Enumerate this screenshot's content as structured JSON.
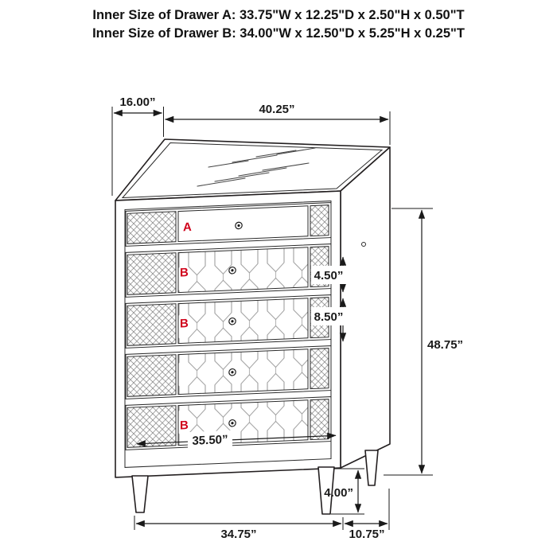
{
  "header": {
    "line1": "Inner Size of Drawer A: 33.75\"W x 12.25\"D x 2.50\"H x 0.50\"T",
    "line2": "Inner Size of Drawer B: 34.00\"W x 12.50\"D x 5.25\"H x 0.25\"T"
  },
  "drawer_labels": {
    "a": "A",
    "b1": "B",
    "b2": "B",
    "b3": "B"
  },
  "dims": {
    "top_depth": "16.00”",
    "top_width": "40.25”",
    "overall_height": "48.75”",
    "drawer_a_front_height": "4.50”",
    "drawer_b_front_height": "8.50”",
    "drawer_width": "35.50”",
    "leg_height": "4.00”",
    "base_width": "34.75”",
    "base_depth": "10.75”"
  },
  "colors": {
    "line": "#231f20",
    "label_red": "#d0021b",
    "background": "#ffffff",
    "lattice_gray": "#808080"
  }
}
